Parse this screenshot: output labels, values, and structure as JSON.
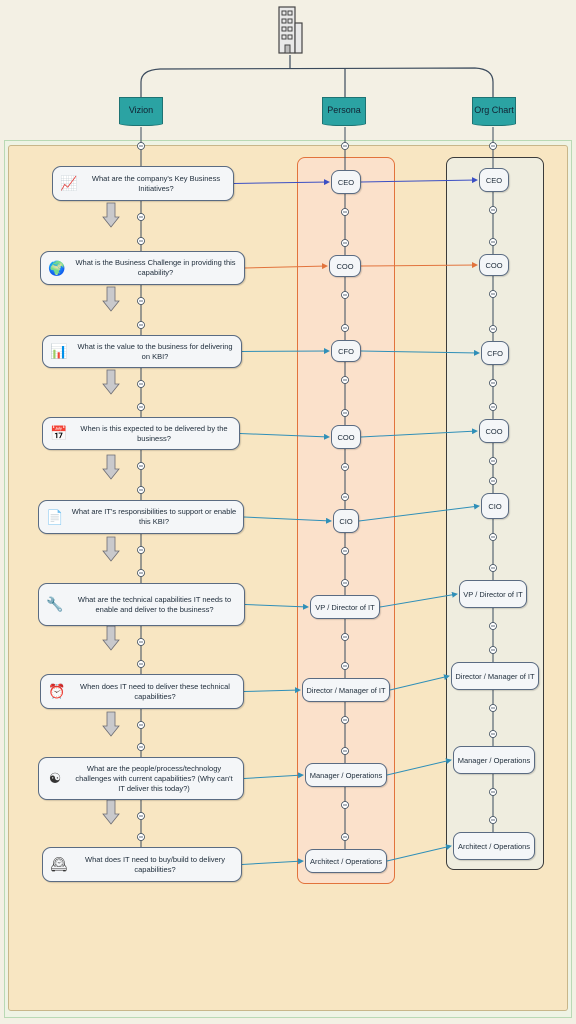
{
  "headers": {
    "vizion": "Vizion",
    "persona": "Persona",
    "org_chart": "Org Chart"
  },
  "questions": [
    {
      "text": "What are the company's Key Business Initiatives?",
      "icon": "chart-person-icon"
    },
    {
      "text": "What is the Business Challenge in providing this capability?",
      "icon": "globe-icon"
    },
    {
      "text": "What is the value to the business for delivering on KBI?",
      "icon": "bar-chart-icon"
    },
    {
      "text": "When is this expected to be delivered by the business?",
      "icon": "calendar-icon"
    },
    {
      "text": "What are IT's responsibilities to support or enable this KBI?",
      "icon": "document-icon"
    },
    {
      "text": "What are the technical capabilities IT needs to enable and deliver to the business?",
      "icon": "tools-icon"
    },
    {
      "text": "When does IT need to deliver these technical capabilities?",
      "icon": "alarm-clock-icon"
    },
    {
      "text": "What are the people/process/technology challenges with current capabilities? (Why can't IT deliver this today?)",
      "icon": "yin-yang-icon"
    },
    {
      "text": "What does IT need to buy/build to delivery capabilities?",
      "icon": "clock-people-icon"
    }
  ],
  "personas": [
    "CEO",
    "COO",
    "CFO",
    "COO",
    "CIO",
    "VP / Director of IT",
    "Director / Manager of IT",
    "Manager / Operations",
    "Architect / Operations"
  ],
  "org_chart": [
    "CEO",
    "COO",
    "CFO",
    "COO",
    "CIO",
    "VP / Director of IT",
    "Director / Manager of IT",
    "Manager / Operations",
    "Architect / Operations"
  ],
  "colors": {
    "link_blue": "#3b4fc4",
    "link_orange": "#e2733c",
    "link_teal": "#2f8fb8",
    "header_teal": "#2ba3a3"
  }
}
